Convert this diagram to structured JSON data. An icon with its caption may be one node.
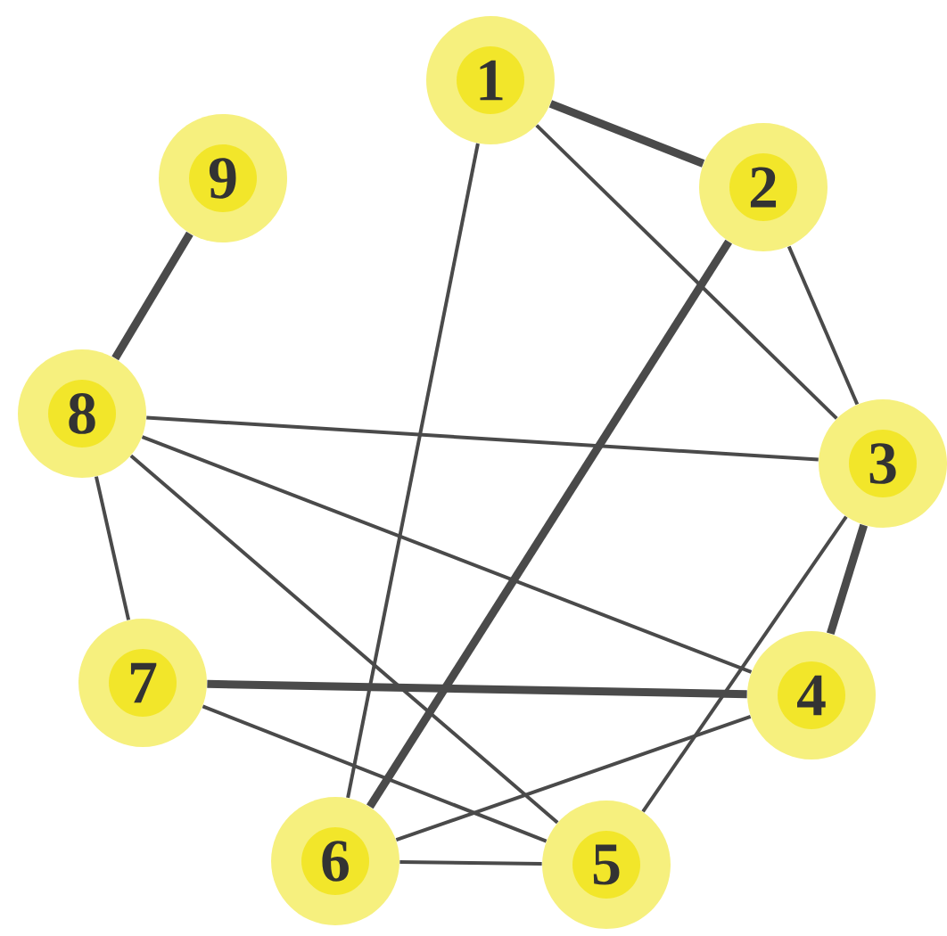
{
  "diagram": {
    "nodes": [
      {
        "text": [
          "1"
        ]
      },
      {
        "text": [
          "2"
        ]
      },
      {
        "text": [
          "3"
        ]
      },
      {
        "text": [
          "4"
        ]
      },
      {
        "text": [
          "5"
        ]
      },
      {
        "text": [
          "6"
        ]
      },
      {
        "text": [
          "7"
        ]
      },
      {
        "text": [
          "8"
        ]
      },
      {
        "text": [
          "9"
        ]
      }
    ],
    "edges": [
      {
        "from": 0,
        "to": 1,
        "arrow": "none",
        "style": "thick"
      },
      {
        "from": 0,
        "to": 2,
        "arrow": "none"
      },
      {
        "from": 0,
        "to": 5,
        "arrow": "none"
      },
      {
        "from": 1,
        "to": 2,
        "arrow": "none"
      },
      {
        "from": 1,
        "to": 5,
        "arrow": "none",
        "style": "thick"
      },
      {
        "from": 2,
        "to": 7,
        "arrow": "none"
      },
      {
        "from": 2,
        "to": 3,
        "arrow": "none",
        "style": "thick"
      },
      {
        "from": 2,
        "to": 4,
        "arrow": "none"
      },
      {
        "from": 7,
        "to": 3,
        "arrow": "none"
      },
      {
        "from": 7,
        "to": 4,
        "arrow": "none"
      },
      {
        "from": 7,
        "to": 6,
        "arrow": "none"
      },
      {
        "from": 7,
        "to": 8,
        "arrow": "none",
        "style": "thick"
      },
      {
        "from": 6,
        "to": 3,
        "arrow": "none",
        "style": "thick"
      },
      {
        "from": 6,
        "to": 4,
        "arrow": "none"
      },
      {
        "from": 3,
        "to": 5,
        "arrow": "none"
      },
      {
        "from": 5,
        "to": 4,
        "arrow": "none"
      }
    ]
  }
}
